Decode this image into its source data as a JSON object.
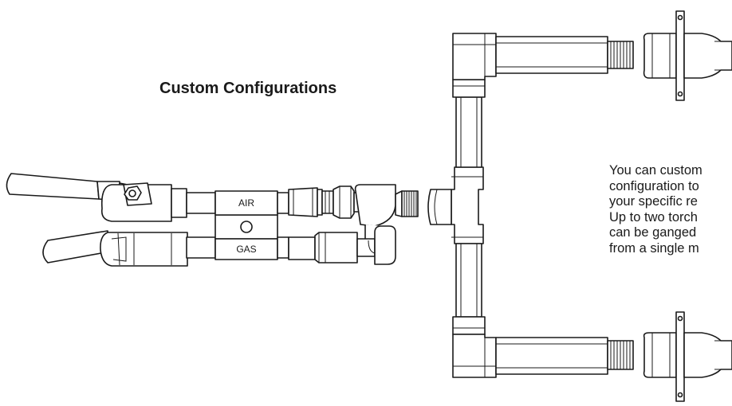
{
  "heading": "Custom Configurations",
  "description_lines": [
    "You can custom",
    "configuration to",
    "your specific re",
    "Up to two torch",
    "can be ganged",
    "from a single m"
  ],
  "manifold_labels": {
    "top": "AIR",
    "bottom": "GAS"
  },
  "colors": {
    "line": "#1a1a1a",
    "background": "#ffffff"
  }
}
